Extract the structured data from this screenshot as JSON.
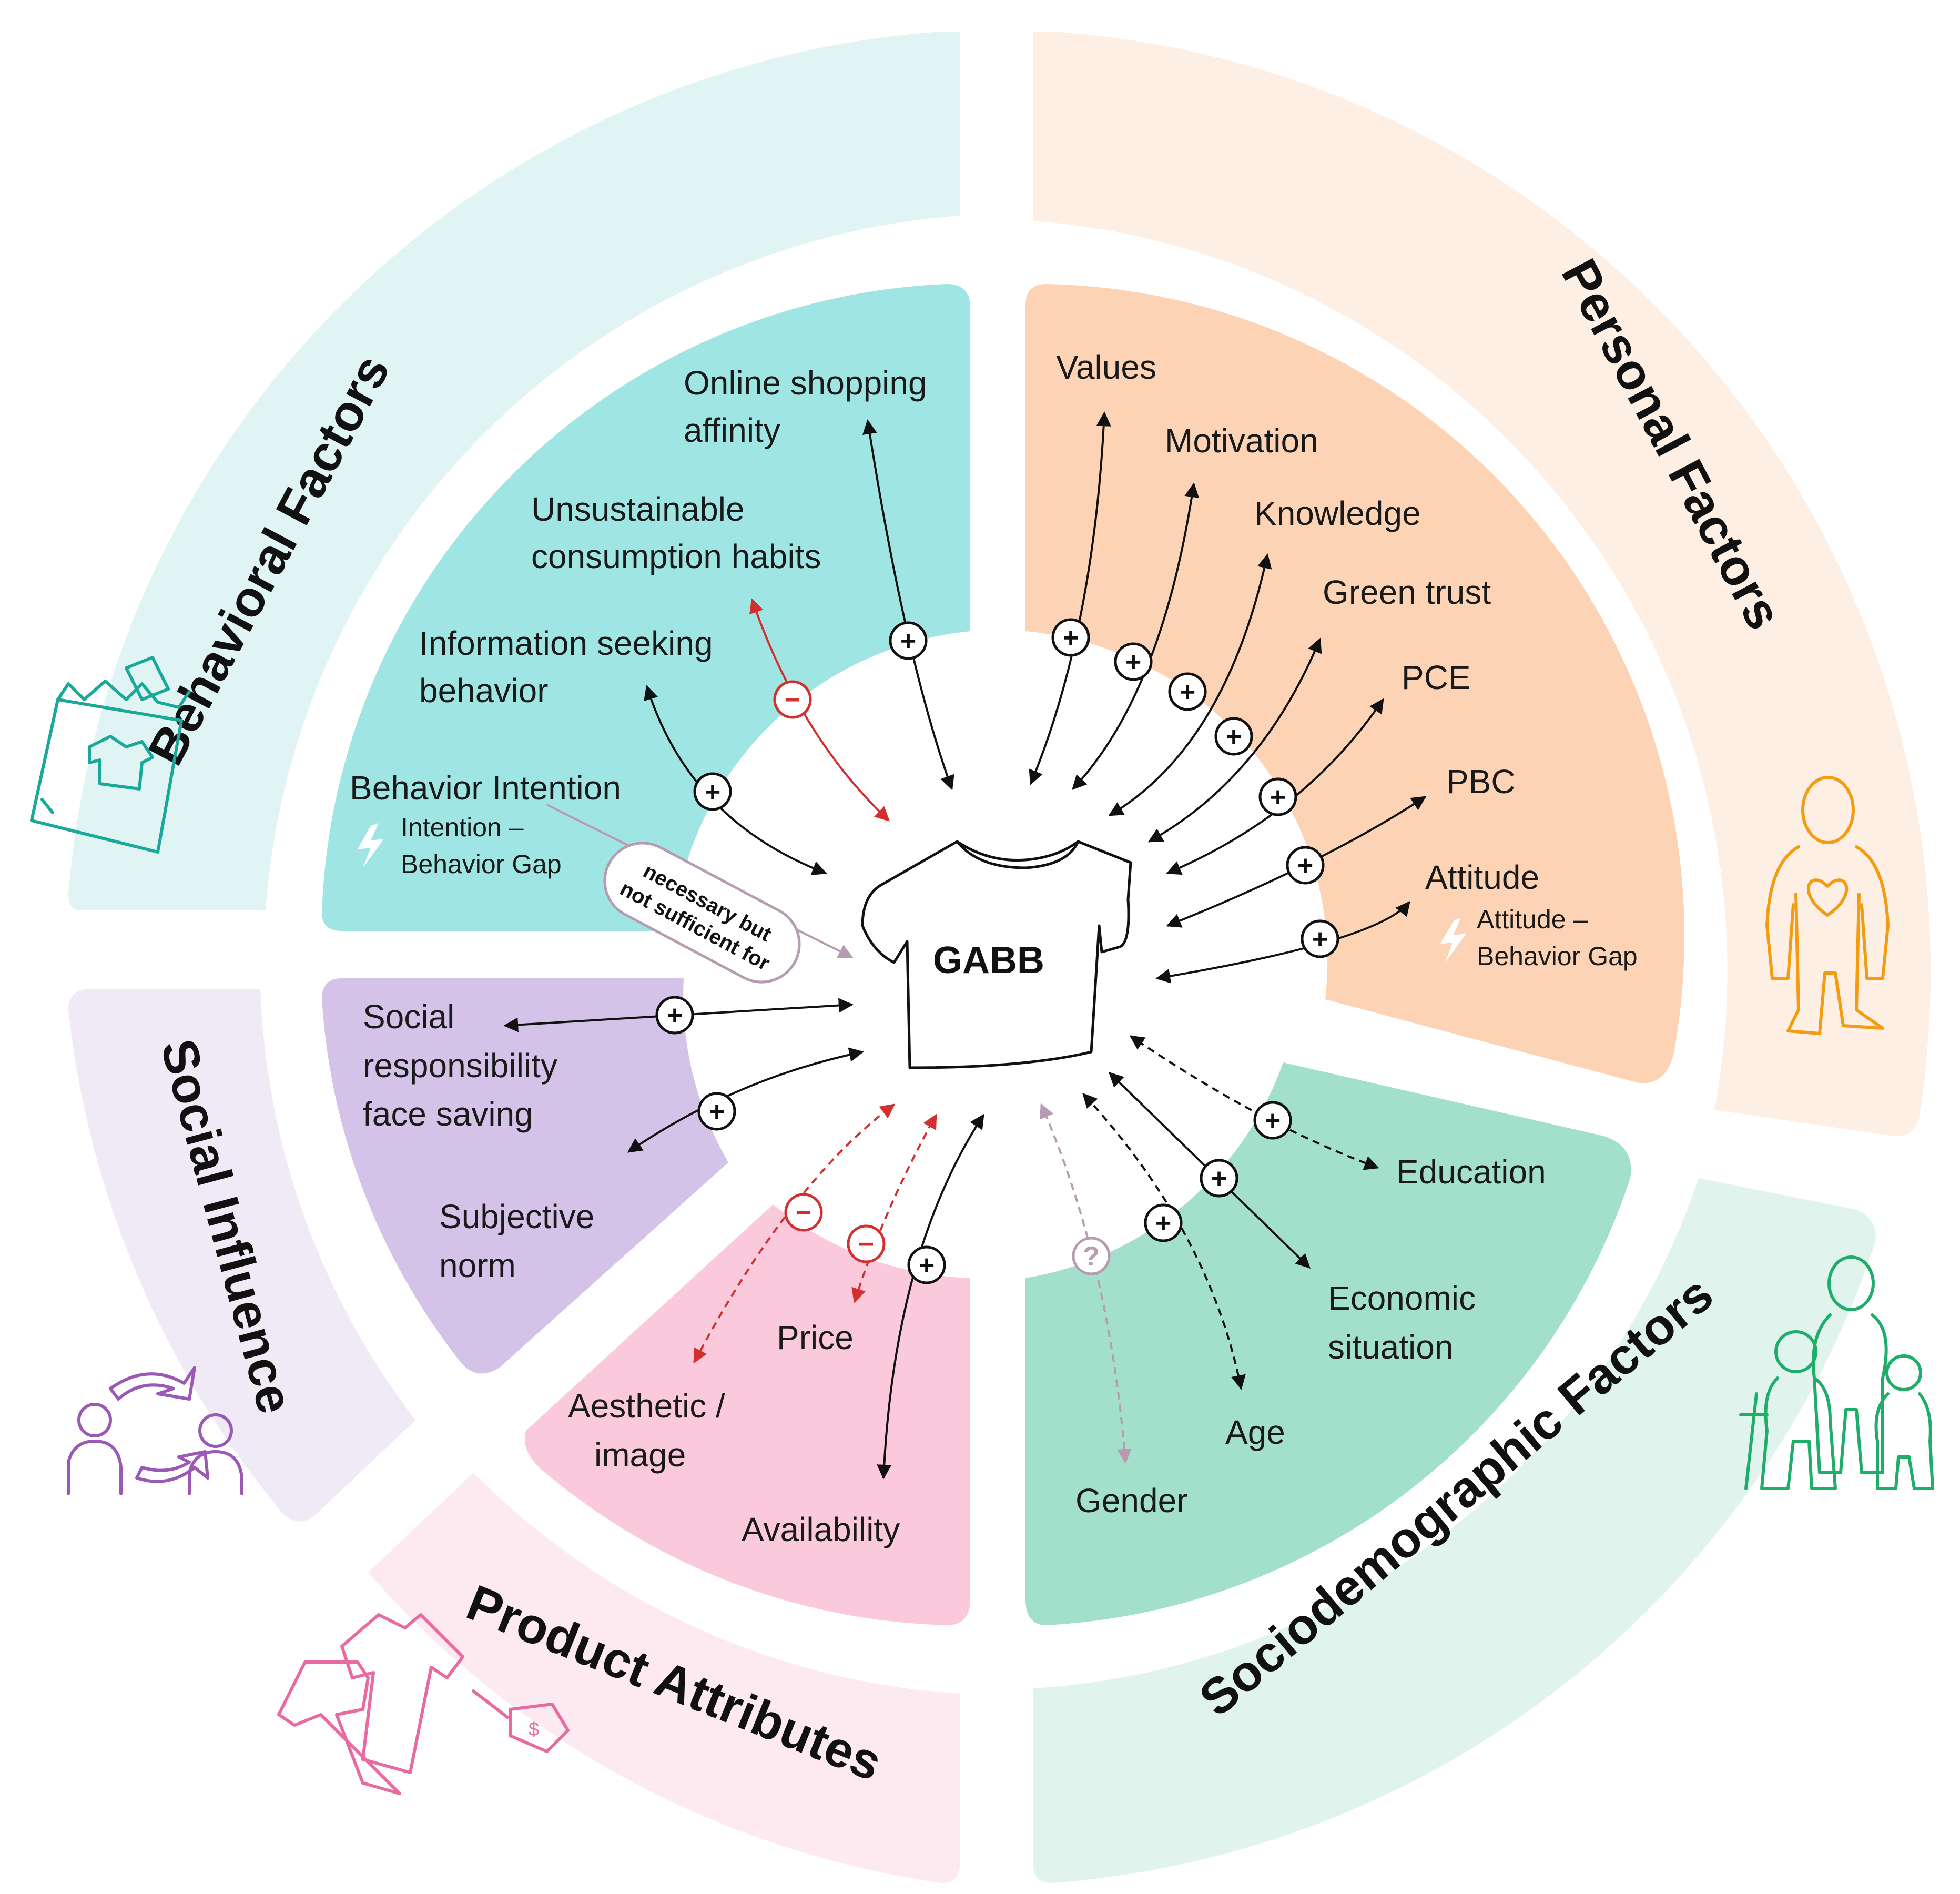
{
  "center": {
    "label": "GABB"
  },
  "outer_labels": {
    "behavioral": "Behavioral Factors",
    "personal": "Personal Factors",
    "social": "Social Influence",
    "product": "Product Attributes",
    "sociodemographic": "Sociodemographic Factors"
  },
  "behavioral": {
    "online_1": "Online shopping",
    "online_2": "affinity",
    "unsust_1": "Unsustainable",
    "unsust_2": "consumption habits",
    "info_1": "Information seeking",
    "info_2": "behavior",
    "intention": "Behavior Intention",
    "gap_1": "Intention –",
    "gap_2": "Behavior Gap",
    "pill_1": "necessary but",
    "pill_2": "not sufficient for"
  },
  "personal": {
    "values": "Values",
    "motivation": "Motivation",
    "knowledge": "Knowledge",
    "green_trust": "Green trust",
    "pce": "PCE",
    "pbc": "PBC",
    "attitude": "Attitude",
    "gap_1": "Attitude –",
    "gap_2": "Behavior Gap"
  },
  "social": {
    "srfs_1": "Social",
    "srfs_2": "responsibility",
    "srfs_3": "face saving",
    "norm_1": "Subjective",
    "norm_2": "norm"
  },
  "product": {
    "price": "Price",
    "aesthetic_1": "Aesthetic /",
    "aesthetic_2": "image",
    "availability": "Availability"
  },
  "sociodemographic": {
    "education": "Education",
    "economic_1": "Economic",
    "economic_2": "situation",
    "age": "Age",
    "gender": "Gender"
  },
  "signs": {
    "plus": "+",
    "minus": "−",
    "question": "?"
  },
  "icons": [
    "shopping-bag-icon",
    "person-heart-icon",
    "people-cycle-icon",
    "tshirt-price-tag-icon",
    "family-icon",
    "lightning-icon"
  ],
  "colors": {
    "behavioral_inner": "#9fe5e3",
    "behavioral_outer": "#e1f4f4",
    "personal_inner": "#fdd3b5",
    "personal_outer": "#feefe5",
    "social_inner": "#d5c2e8",
    "social_outer": "#f0eaf7",
    "product_inner": "#fbc9dc",
    "product_outer": "#fdeaf1",
    "socio_inner": "#a3e0cc",
    "socio_outer": "#e0f3ed",
    "negative": "#d32f2f",
    "uncertain": "#b79bb0"
  }
}
